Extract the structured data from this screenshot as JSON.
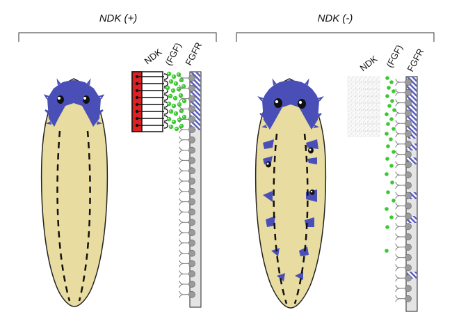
{
  "panels": {
    "left": {
      "title": "NDK (+)",
      "label_ndk": "NDK",
      "label_fgf": "(FGF)",
      "label_fgfr": "FGFR"
    },
    "right": {
      "title": "NDK (-)",
      "label_ndk": "NDK",
      "label_fgf": "(FGF)",
      "label_fgfr": "FGFR"
    }
  },
  "colors": {
    "body_fill": "#e8dca0",
    "body_stroke": "#222222",
    "eye_region": "#4a4fb8",
    "ndk_red": "#e02020",
    "fgf_green": "#3cc832",
    "fgfr_stripe": "#5a5fc0",
    "receptor_grey": "#9a9a9a",
    "column_fill": "#e4e4e4"
  }
}
